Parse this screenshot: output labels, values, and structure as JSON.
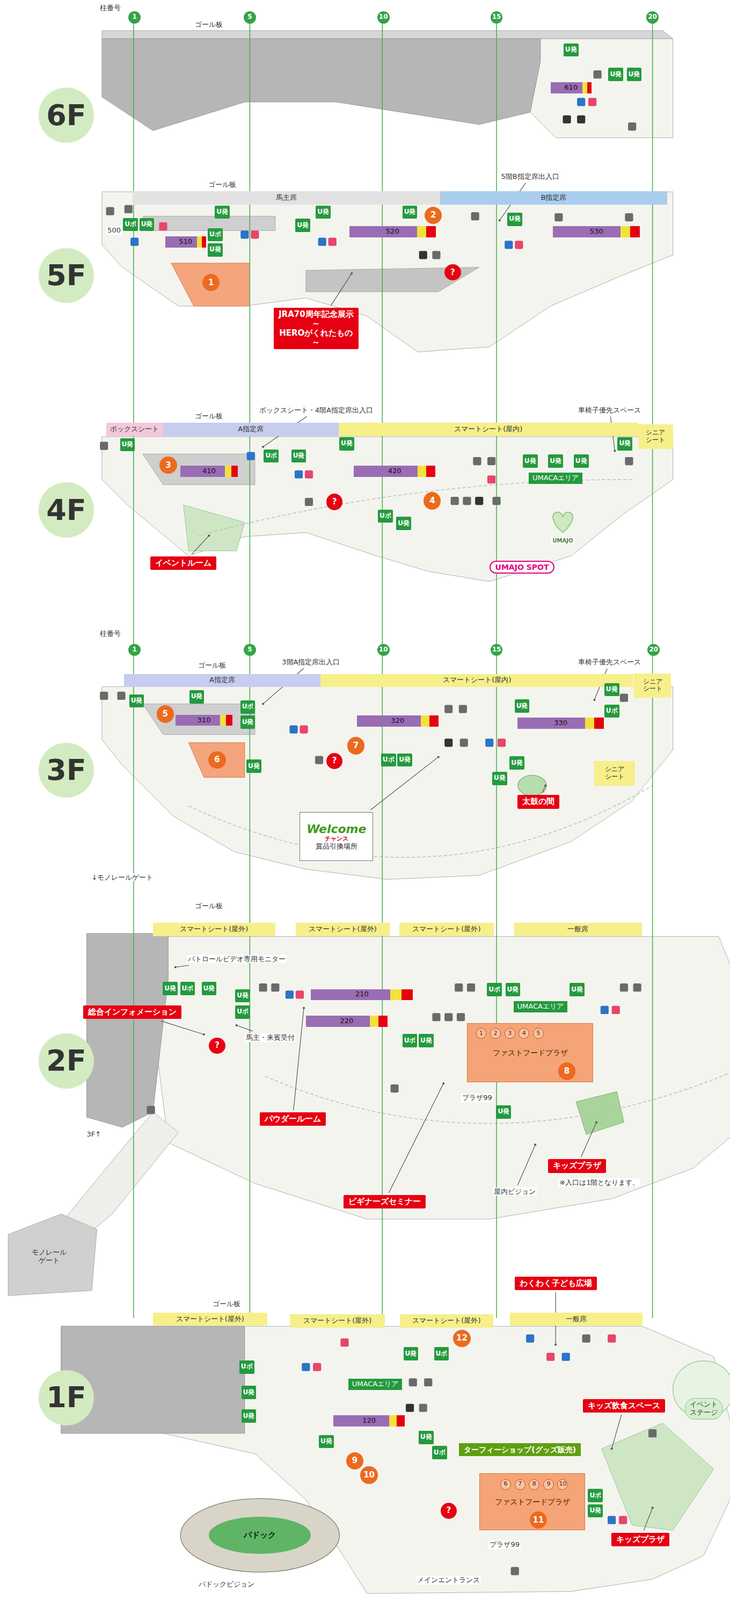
{
  "diagram": {
    "nodes": [
      {
        "text": [
          "1"
        ]
      },
      {
        "text": [
          "5"
        ]
      },
      {
        "text": [
          "10"
        ]
      },
      {
        "text": [
          "15"
        ]
      },
      {
        "text": [
          "20"
        ]
      },
      {
        "text": [
          "6F"
        ]
      },
      {
        "text": [
          "U発"
        ]
      },
      {
        "text": [
          "U発"
        ]
      },
      {
        "text": [
          "U発"
        ]
      },
      {
        "text": [
          "610"
        ]
      },
      {
        "text": [
          "5F"
        ]
      },
      {
        "text": [
          "馬主席"
        ]
      },
      {
        "text": [
          "B指定席"
        ]
      },
      {
        "text": [
          "Uポ"
        ]
      },
      {
        "text": [
          "U発"
        ]
      },
      {
        "text": [
          "U発"
        ]
      },
      {
        "text": [
          "510"
        ]
      },
      {
        "text": [
          "Uポ"
        ]
      },
      {
        "text": [
          "U発"
        ]
      },
      {
        "text": [
          "U発"
        ]
      },
      {
        "text": [
          "U発"
        ]
      },
      {
        "text": [
          "U発"
        ]
      },
      {
        "text": [
          "520"
        ]
      },
      {
        "text": [
          "2"
        ]
      },
      {
        "text": [
          "U発"
        ]
      },
      {
        "text": [
          "530"
        ]
      },
      {
        "text": [
          "1"
        ]
      },
      {
        "text": [
          "?"
        ]
      },
      {
        "text": [
          "JRA70周年記念展示 ～HEROがくれたもの～"
        ]
      },
      {
        "text": [
          "4F"
        ]
      },
      {
        "text": [
          "ボックスシート"
        ]
      },
      {
        "text": [
          "A指定席"
        ]
      },
      {
        "text": [
          "スマートシート(屋内)"
        ]
      },
      {
        "text": [
          "シニア シート"
        ]
      },
      {
        "text": [
          "U発"
        ]
      },
      {
        "text": [
          "Uポ"
        ]
      },
      {
        "text": [
          "U発"
        ]
      },
      {
        "text": [
          "U発"
        ]
      },
      {
        "text": [
          "U発"
        ]
      },
      {
        "text": [
          "U発"
        ]
      },
      {
        "text": [
          "U発"
        ]
      },
      {
        "text": [
          "U発"
        ]
      },
      {
        "text": [
          "410"
        ]
      },
      {
        "text": [
          "3"
        ]
      },
      {
        "text": [
          "420"
        ]
      },
      {
        "text": [
          "UMACAエリア"
        ]
      },
      {
        "text": [
          "Uポ"
        ]
      },
      {
        "text": [
          "U発"
        ]
      },
      {
        "text": [
          "4"
        ]
      },
      {
        "text": [
          "?"
        ]
      },
      {
        "text": [
          "イベントルーム"
        ]
      },
      {
        "text": [
          "UMAJO SPOT"
        ]
      },
      {
        "text": [
          "1"
        ]
      },
      {
        "text": [
          "5"
        ]
      },
      {
        "text": [
          "10"
        ]
      },
      {
        "text": [
          "15"
        ]
      },
      {
        "text": [
          "20"
        ]
      },
      {
        "text": [
          "3F"
        ]
      },
      {
        "text": [
          "A指定席"
        ]
      },
      {
        "text": [
          "スマートシート(屋内)"
        ]
      },
      {
        "text": [
          "シニア シート"
        ]
      },
      {
        "text": [
          "U発"
        ]
      },
      {
        "text": [
          "U発"
        ]
      },
      {
        "text": [
          "Uポ"
        ]
      },
      {
        "text": [
          "U発"
        ]
      },
      {
        "text": [
          "310"
        ]
      },
      {
        "text": [
          "5"
        ]
      },
      {
        "text": [
          "6"
        ]
      },
      {
        "text": [
          "U発"
        ]
      },
      {
        "text": [
          "?"
        ]
      },
      {
        "text": [
          "7"
        ]
      },
      {
        "text": [
          "Uポ"
        ]
      },
      {
        "text": [
          "U発"
        ]
      },
      {
        "text": [
          "320"
        ]
      },
      {
        "text": [
          "U発"
        ]
      },
      {
        "text": [
          "U発"
        ]
      },
      {
        "text": [
          "Uポ"
        ]
      },
      {
        "text": [
          "330"
        ]
      },
      {
        "text": [
          "U発"
        ]
      },
      {
        "text": [
          "U発"
        ]
      },
      {
        "text": [
          "太鼓の間"
        ]
      },
      {
        "text": [
          "シニア シート"
        ]
      },
      {
        "text": [
          "Welcome",
          "チャンス",
          "賞品引換場所"
        ]
      },
      {
        "text": [
          "2F"
        ]
      },
      {
        "text": [
          "スマートシート(屋外)"
        ]
      },
      {
        "text": [
          "スマートシート(屋外)"
        ]
      },
      {
        "text": [
          "スマートシート(屋外)"
        ]
      },
      {
        "text": [
          "一般席"
        ]
      },
      {
        "text": [
          "U発"
        ]
      },
      {
        "text": [
          "Uポ"
        ]
      },
      {
        "text": [
          "U発"
        ]
      },
      {
        "text": [
          "U発"
        ]
      },
      {
        "text": [
          "Uポ"
        ]
      },
      {
        "text": [
          "210"
        ]
      },
      {
        "text": [
          "220"
        ]
      },
      {
        "text": [
          "Uポ"
        ]
      },
      {
        "text": [
          "U発"
        ]
      },
      {
        "text": [
          "Uポ"
        ]
      },
      {
        "text": [
          "U発"
        ]
      },
      {
        "text": [
          "U発"
        ]
      },
      {
        "text": [
          "UMACAエリア"
        ]
      },
      {
        "text": [
          "ファストフードプラザ"
        ]
      },
      {
        "text": [
          "1"
        ],
        "in": 101
      },
      {
        "text": [
          "2"
        ],
        "in": 101
      },
      {
        "text": [
          "3"
        ],
        "in": 101
      },
      {
        "text": [
          "4"
        ],
        "in": 101
      },
      {
        "text": [
          "5"
        ],
        "in": 101
      },
      {
        "text": [
          "8"
        ],
        "in": 101
      },
      {
        "text": [
          "総合インフォメーション"
        ]
      },
      {
        "text": [
          "?"
        ]
      },
      {
        "text": [
          "パウダールーム"
        ]
      },
      {
        "text": [
          "U発"
        ]
      },
      {
        "text": [
          "キッズプラザ"
        ]
      },
      {
        "text": [
          "ビギナーズセミナー"
        ]
      },
      {
        "text": [
          "モノレール ゲート"
        ]
      },
      {
        "text": [
          "1F"
        ]
      },
      {
        "text": [
          "スマートシート(屋外)"
        ]
      },
      {
        "text": [
          "スマートシート(屋外)"
        ]
      },
      {
        "text": [
          "スマートシート(屋外)"
        ]
      },
      {
        "text": [
          "一般席"
        ]
      },
      {
        "text": [
          "わくわく子ども広場"
        ]
      },
      {
        "text": [
          "U発"
        ]
      },
      {
        "text": [
          "Uポ"
        ]
      },
      {
        "text": [
          "12"
        ]
      },
      {
        "text": [
          "Uポ"
        ]
      },
      {
        "text": [
          "U発"
        ]
      },
      {
        "text": [
          "U発"
        ]
      },
      {
        "text": [
          "UMACAエリア"
        ]
      },
      {
        "text": [
          "120"
        ]
      },
      {
        "text": [
          "U発"
        ]
      },
      {
        "text": [
          "9"
        ]
      },
      {
        "text": [
          "10"
        ]
      },
      {
        "text": [
          "U発"
        ]
      },
      {
        "text": [
          "Uポ"
        ]
      },
      {
        "text": [
          "ターフィーショップ(グッズ販売)"
        ]
      },
      {
        "text": [
          "キッズ飲食スペース"
        ]
      },
      {
        "text": [
          "イベント ステージ"
        ]
      },
      {
        "text": [
          "ファストフードプラザ"
        ]
      },
      {
        "text": [
          "6"
        ],
        "in": 137
      },
      {
        "text": [
          "7"
        ],
        "in": 137
      },
      {
        "text": [
          "8"
        ],
        "in": 137
      },
      {
        "text": [
          "9"
        ],
        "in": 137
      },
      {
        "text": [
          "10"
        ],
        "in": 137
      },
      {
        "text": [
          "11"
        ],
        "in": 137
      },
      {
        "text": [
          "Uポ"
        ]
      },
      {
        "text": [
          "U発"
        ]
      },
      {
        "text": [
          "?"
        ]
      },
      {
        "text": [
          "パドック"
        ]
      },
      {
        "text": [
          "キッズプラザ"
        ]
      }
    ],
    "labels": [
      "柱番号",
      "ゴール板",
      "ゴール板",
      "5階B指定席出入口",
      "500",
      "ゴール板",
      "ボックスシート・4階A指定席出入口",
      "車椅子優先スペース",
      "UMAJO",
      "柱番号",
      "ゴール板",
      "3階A指定席出入口",
      "車椅子優先スペース",
      "↓モノレールゲート",
      "ゴール板",
      "パトロールビデオ専用モニター",
      "馬主・来賓受付",
      "プラザ99",
      "※入口は1階となります。",
      "屋内ビジョン",
      "3F↑",
      "ゴール板",
      "プラザ99",
      "メインエントランス",
      "パドックビジョン"
    ]
  }
}
